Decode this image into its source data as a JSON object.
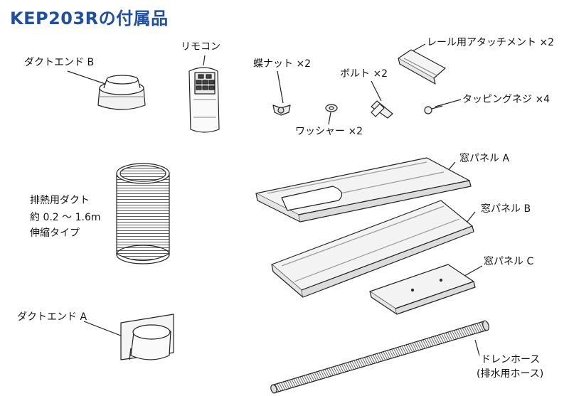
{
  "title": "KEP203Rの付属品",
  "accent_color": "#1f4fa0",
  "labels": {
    "duct_end_b": "ダクトエンド B",
    "remote": "リモコン",
    "wing_nut": "蝶ナット ×2",
    "washer": "ワッシャー ×2",
    "bolt": "ボルト ×2",
    "rail_attachment": "レール用アタッチメント ×2",
    "tapping_screw": "タッピングネジ ×4",
    "exhaust_duct": {
      "line1": "排熱用ダクト",
      "line2": "約 0.2 ～ 1.6m",
      "line3": "伸縮タイプ"
    },
    "window_panel_a": "窓パネル A",
    "window_panel_b": "窓パネル B",
    "window_panel_c": "窓パネル C",
    "duct_end_a": "ダクトエンド A",
    "drain_hose": {
      "line1": "ドレンホース",
      "line2": "(排水用ホース)"
    }
  }
}
